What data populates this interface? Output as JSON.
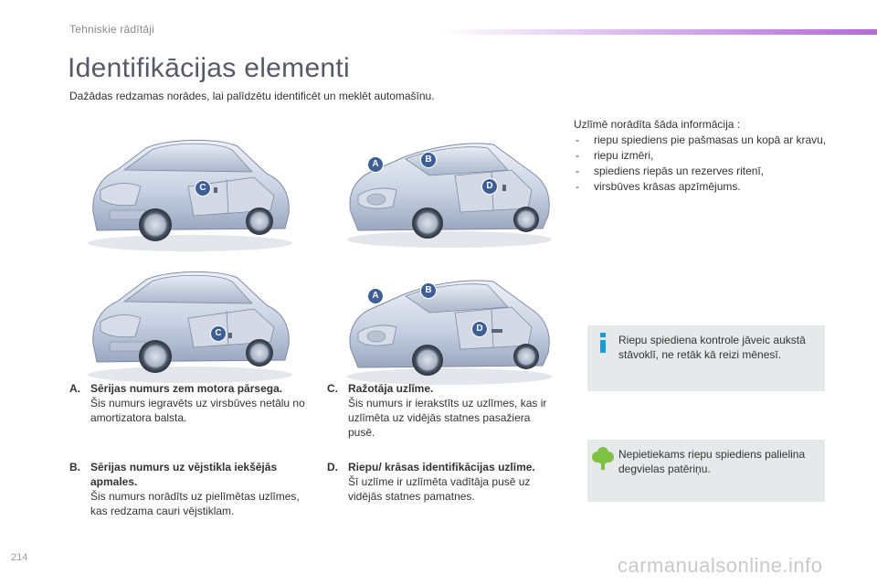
{
  "header": {
    "section": "Tehniskie rādītāji"
  },
  "page": {
    "title": "Identifikācijas elementi",
    "subtitle": "Dažādas redzamas norādes, lai palīdzētu identificēt un meklēt automašīnu.",
    "number": "214"
  },
  "badges": {
    "a": "A",
    "b": "B",
    "c": "C",
    "d": "D"
  },
  "info": {
    "intro": "Uzlīmē norādīta šāda informācija :",
    "items": [
      "riepu spiediens pie pašmasas un kopā ar kravu,",
      "riepu izmēri,",
      "spiediens riepās un rezerves ritenī,",
      "virsbūves krāsas apzīmējums."
    ]
  },
  "tips": {
    "info_text": "Riepu spiediena kontrole jāveic aukstā stāvoklī, ne retāk kā reizi mēnesī.",
    "eco_text": "Nepietiekams riepu spiediens palielina degvielas patēriņu."
  },
  "legend": {
    "a": {
      "letter": "A.",
      "title": "Sērijas numurs zem motora pārsega.",
      "text": "Šis numurs iegravēts uz virsbūves netālu no amortizatora balsta."
    },
    "b": {
      "letter": "B.",
      "title": "Sērijas numurs uz vējstikla iekšējās apmales.",
      "text": "Šis numurs norādīts uz pielīmētas uzlīmes, kas redzama cauri vējstiklam."
    },
    "c": {
      "letter": "C.",
      "title": "Ražotāja uzlīme.",
      "text": "Šis numurs ir ierakstīts uz uzlīmes, kas ir uzlīmēta uz vidējās statnes pasažiera pusē."
    },
    "d": {
      "letter": "D.",
      "title": "Riepu/ krāsas identifikācijas uzlīme.",
      "text": "Šī uzlīme ir uzlīmēta vadītāja pusē uz vidējās statnes pamatnes."
    }
  },
  "watermark": "carmanualsonline.info",
  "colors": {
    "badge": "#3e5f96",
    "tipbox": "#e7e8ea",
    "info_icon": "#1a9cd8",
    "eco_icon": "#7dc242",
    "accent": "#b46ad6"
  }
}
